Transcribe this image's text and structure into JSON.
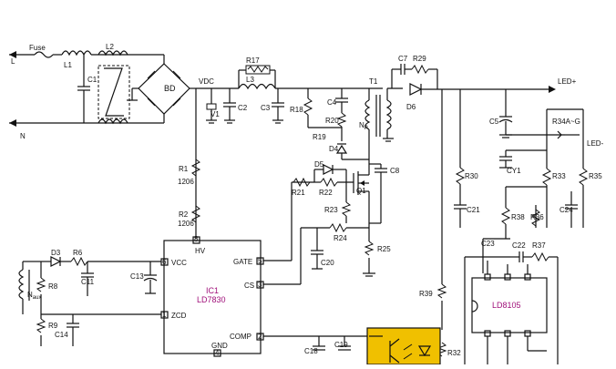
{
  "labels": {
    "L": "L",
    "N": "N",
    "fuse": "Fuse",
    "L1": "L1",
    "L2": "L2",
    "C1": "C1",
    "BD": "BD",
    "VDC": "VDC",
    "V1": "V1",
    "C2": "C2",
    "L3": "L3",
    "R17": "R17",
    "C3": "C3",
    "R18": "R18",
    "C4": "C4",
    "R20": "R20",
    "R19": "R19",
    "D4": "D4",
    "T1": "T1",
    "Np": "N",
    "Np_sub": "P",
    "C7": "C7",
    "R29": "R29",
    "D6": "D6",
    "LEDp": "LED+",
    "LEDm": "LED-",
    "C5": "C5",
    "R34": "R34A~G",
    "CY1": "CY1",
    "R1": "R1",
    "R1v": "1206",
    "R2": "R2",
    "R2v": "1206",
    "D5": "D5",
    "R21": "R21",
    "R22": "R22",
    "Q1": "Q1",
    "C8": "C8",
    "R23": "R23",
    "R24": "R24",
    "R25": "R25",
    "C20": "C20",
    "R30": "R30",
    "C21": "C21",
    "R33": "R33",
    "R35": "R35",
    "R38": "R38",
    "R36": "R36",
    "C24": "C24",
    "C23": "C23",
    "C22": "C22",
    "R37": "R37",
    "D3": "D3",
    "R6": "R6",
    "C13": "C13",
    "R8": "R8",
    "Naux": "N",
    "Naux_sub": "aux",
    "C11": "C11",
    "R9": "R9",
    "C14": "C14",
    "R39": "R39",
    "R32": "R32",
    "C18": "C18",
    "C19": "C19",
    "IC1": "IC1",
    "LD7830": "LD7830",
    "LD8105": "LD8105",
    "HV": "HV",
    "VCC": "VCC",
    "GATE": "GATE",
    "CS": "CS",
    "ZCD": "ZCD",
    "COMP": "COMP",
    "GND": "GND",
    "pin8": "8",
    "pin6": "6",
    "pin5": "5",
    "pin1": "1",
    "pin3": "3",
    "pin2": "2",
    "pin4": "4"
  },
  "colors": {
    "ic_label": "#a0107a",
    "optocoupler": "#f0c000"
  }
}
